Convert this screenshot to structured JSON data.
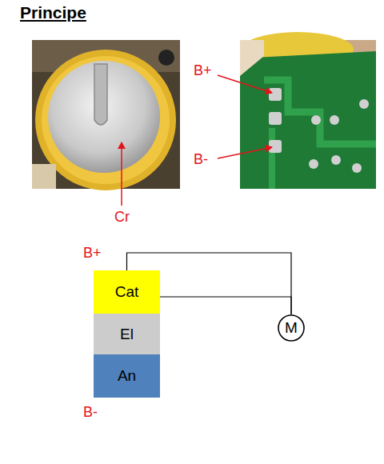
{
  "diagram": {
    "title": "Principe",
    "nodes": [
      {
        "text": [
          "Cat"
        ]
      },
      {
        "text": [
          "El"
        ]
      },
      {
        "text": [
          "An"
        ]
      },
      {
        "text": [
          "M"
        ]
      }
    ],
    "edges": [
      {
        "from": 0,
        "to": 3,
        "arrow": "none"
      },
      {
        "from": 3,
        "to": 2,
        "arrow": "none"
      }
    ],
    "labels": [
      "Cr",
      "B+",
      "B-",
      "B+",
      "B-"
    ]
  }
}
